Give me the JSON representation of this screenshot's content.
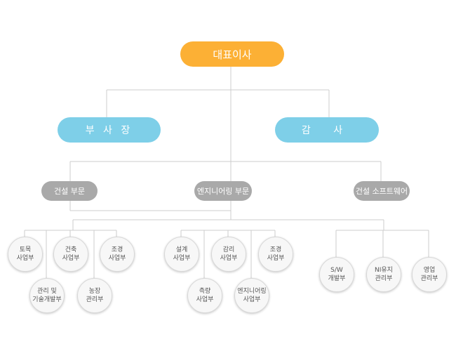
{
  "chart": {
    "root": {
      "label": "대표이사"
    },
    "level2": [
      {
        "label": "부 사 장"
      },
      {
        "label": "감 사"
      }
    ],
    "divisions": [
      {
        "label": "건설 부문",
        "units": [
          "토목\n사업부",
          "건축\n사업부",
          "조경\n사업부",
          "관리 및\n기술개발부",
          "농장\n관리부"
        ]
      },
      {
        "label": "엔지니어링 부문",
        "units": [
          "설계\n사업부",
          "감리\n사업부",
          "조경\n사업부",
          "측량\n사업부",
          "엔지니어링\n사업부"
        ]
      },
      {
        "label": "건설 소프트웨어",
        "units": [
          "S/W\n개발부",
          "NI유지\n관리부",
          "영업\n관리부"
        ]
      }
    ]
  },
  "colors": {
    "root": "#fcb035",
    "level2": "#7ecfe8",
    "division": "#a9a9a9",
    "connector": "#cccccc"
  }
}
